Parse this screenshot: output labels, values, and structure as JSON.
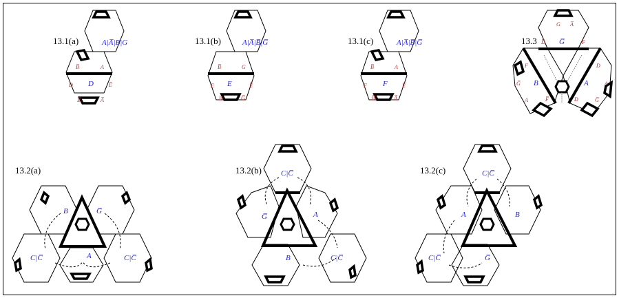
{
  "figure_labels": {
    "p131a": "13.1(a)",
    "p131b": "13.1(b)",
    "p131c": "13.1(c)",
    "p133": "13.3",
    "p132a": "13.2(a)",
    "p132b": "13.2(b)",
    "p132c": "13.2(c)"
  },
  "p131a": {
    "top": "A|A̅|B|G",
    "bottom": "D",
    "r1": "B̅",
    "r2": "A",
    "r3": "D",
    "r4": "E̅",
    "r5": "B̅",
    "r6": "A̅"
  },
  "p131b": {
    "top": "A|A̅|B̅|G̅",
    "bottom": "E",
    "r1": "B̅",
    "r2": "G",
    "r3": "E",
    "r4": "E̅",
    "r5": "B",
    "r6": "G̅"
  },
  "p131c": {
    "top": "A|A̅|B̅|G̅",
    "bottom": "F",
    "r1": "B̅",
    "r2": "A",
    "r3": "F",
    "r4": "E̅",
    "r5": "B̅",
    "r6": "A̅"
  },
  "p133": {
    "top": "G̅",
    "left": "B",
    "right": "A",
    "r1": "G",
    "r2": "A̅",
    "r3": "D̅",
    "r4": "F",
    "r5": "F",
    "r6": "D",
    "r7": "G̅",
    "r8": "A",
    "r9": "F̅",
    "r10": "D",
    "r11": "A",
    "r12": "G̅"
  },
  "p132a": {
    "b1": "B",
    "b2": "G̅",
    "b3": "C|C̅",
    "b4": "A",
    "b5": "C|C̅"
  },
  "p132b": {
    "b1": "C|C̅",
    "b2": "G̅",
    "b3": "A",
    "b4": "B",
    "b5": "C|C̅"
  },
  "p132c": {
    "b1": "C|C̅",
    "b2": "A",
    "b3": "B",
    "b4": "C|C̅",
    "b5": "G̅"
  }
}
